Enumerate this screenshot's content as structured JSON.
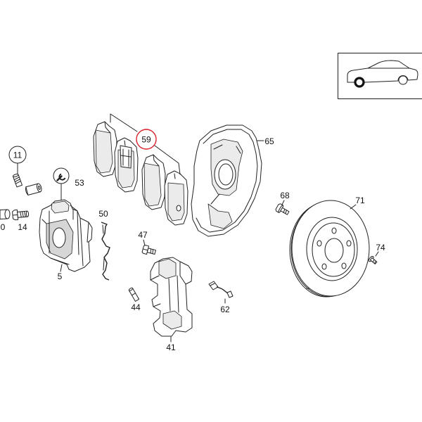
{
  "diagram": {
    "callouts": [
      {
        "number": "11",
        "circled": true
      },
      {
        "number": "53"
      },
      {
        "number": "0"
      },
      {
        "number": "14"
      },
      {
        "number": "50"
      },
      {
        "number": "5"
      },
      {
        "number": "59",
        "circled": true,
        "highlighted": true
      },
      {
        "number": "65"
      },
      {
        "number": "68"
      },
      {
        "number": "71"
      },
      {
        "number": "74"
      },
      {
        "number": "47"
      },
      {
        "number": "44"
      },
      {
        "number": "41"
      },
      {
        "number": "62"
      }
    ]
  },
  "icons": {
    "torque_reference": "wrench-icon",
    "vehicle_position": "car-icon"
  },
  "colors": {
    "line": "#222222",
    "highlight": "#d9232e",
    "background": "#ffffff",
    "shade": "#ebebeb"
  }
}
